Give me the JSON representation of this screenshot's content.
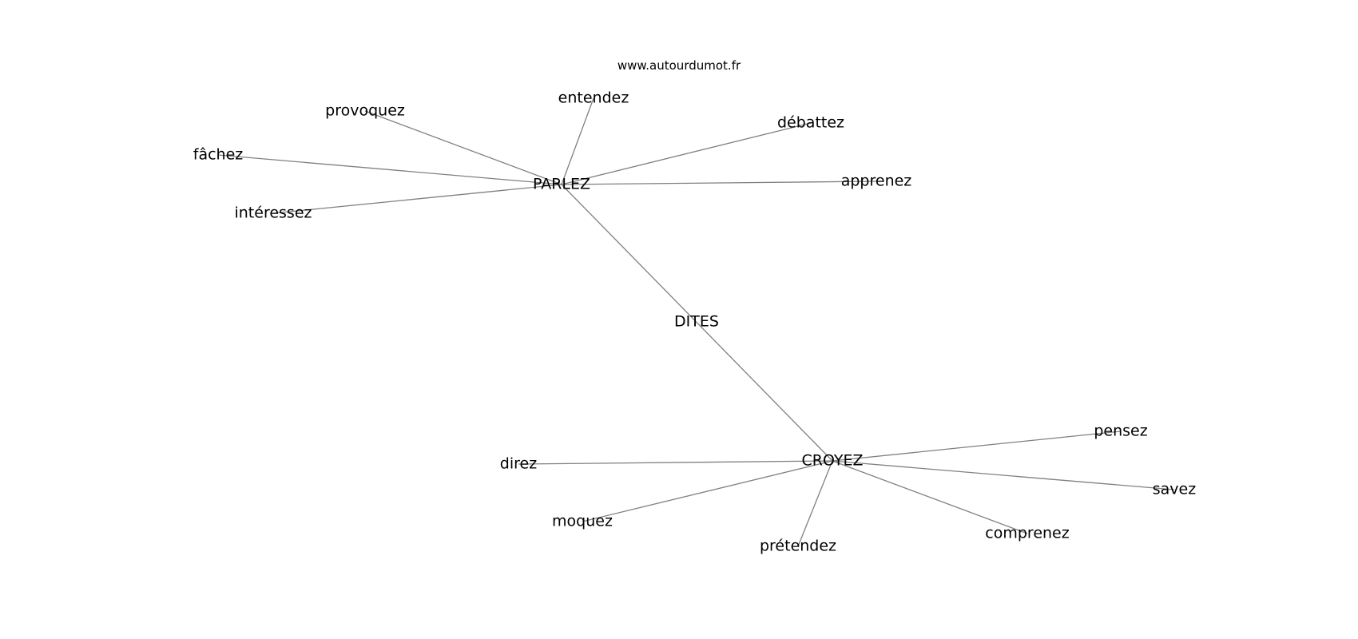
{
  "watermark": "www.autourdumot.fr",
  "graph": {
    "nodes": [
      {
        "id": "dites",
        "label": "DITES"
      },
      {
        "id": "parlez",
        "label": "PARLEZ"
      },
      {
        "id": "croyez",
        "label": "CROYEZ"
      },
      {
        "id": "entendez",
        "label": "entendez"
      },
      {
        "id": "provoquez",
        "label": "provoquez"
      },
      {
        "id": "debattez",
        "label": "débattez"
      },
      {
        "id": "fachez",
        "label": "fâchez"
      },
      {
        "id": "apprenez",
        "label": "apprenez"
      },
      {
        "id": "interessez",
        "label": "intéressez"
      },
      {
        "id": "pensez",
        "label": "pensez"
      },
      {
        "id": "direz",
        "label": "direz"
      },
      {
        "id": "savez",
        "label": "savez"
      },
      {
        "id": "moquez",
        "label": "moquez"
      },
      {
        "id": "comprenez",
        "label": "comprenez"
      },
      {
        "id": "pretendez",
        "label": "prétendez"
      }
    ],
    "edges": [
      [
        "parlez",
        "croyez"
      ],
      [
        "parlez",
        "entendez"
      ],
      [
        "parlez",
        "provoquez"
      ],
      [
        "parlez",
        "debattez"
      ],
      [
        "parlez",
        "fachez"
      ],
      [
        "parlez",
        "apprenez"
      ],
      [
        "parlez",
        "interessez"
      ],
      [
        "croyez",
        "pensez"
      ],
      [
        "croyez",
        "direz"
      ],
      [
        "croyez",
        "savez"
      ],
      [
        "croyez",
        "moquez"
      ],
      [
        "croyez",
        "comprenez"
      ],
      [
        "croyez",
        "pretendez"
      ]
    ]
  }
}
